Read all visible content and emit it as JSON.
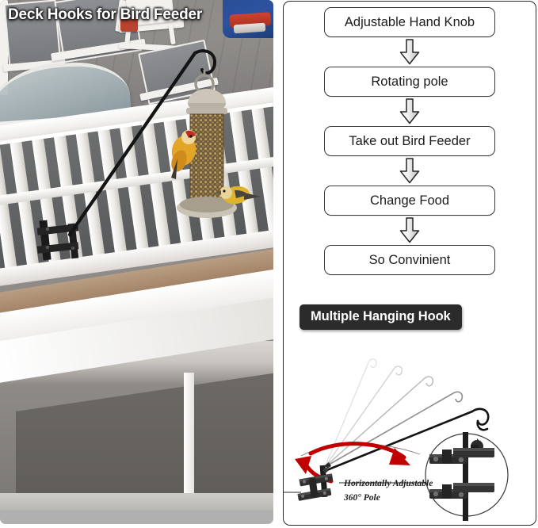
{
  "photo": {
    "title": "Deck Hooks for Bird Feeder",
    "alt_description": "Black deck hook pole clamped to a white deck railing, holding a mesh bird feeder with two goldfinches feeding",
    "scene_elements": [
      "white deck railing",
      "glass patio table",
      "patio chairs",
      "bird feeder",
      "two goldfinches",
      "black hook pole",
      "bracket clamp"
    ]
  },
  "flowchart": {
    "steps": [
      {
        "label": "Adjustable Hand Knob"
      },
      {
        "label": "Rotating pole"
      },
      {
        "label": "Take out Bird Feeder"
      },
      {
        "label": "Change Food"
      },
      {
        "label": "So Convinient"
      }
    ],
    "connector_icon": "down-arrow-icon"
  },
  "hanging_section": {
    "badge_label": "Multiple Hanging Hook",
    "caption_line_1": "Horizontally Adjustable",
    "caption_line_2": "360° Pole",
    "diagram_description": "Hook pole shown in five rotated positions fanning out, with red curved rotation arrows, bracket base and circular close-up inset of the mounting hardware",
    "pole_positions": 5,
    "inset_icon": "bracket-closeup-icon"
  },
  "colors": {
    "panel_border": "#2a2a2a",
    "badge_background": "#2b2b2b",
    "badge_text": "#ffffff",
    "flow_box_border": "#3a3a3a",
    "flow_text": "#1b1b1b",
    "arrow_fill": "#e8e8e8",
    "arrow_stroke": "#2b2b2b",
    "rotation_arrow_red": "#c00000",
    "photo_frame": "#b0b0b0",
    "title_text": "#ffffff"
  }
}
